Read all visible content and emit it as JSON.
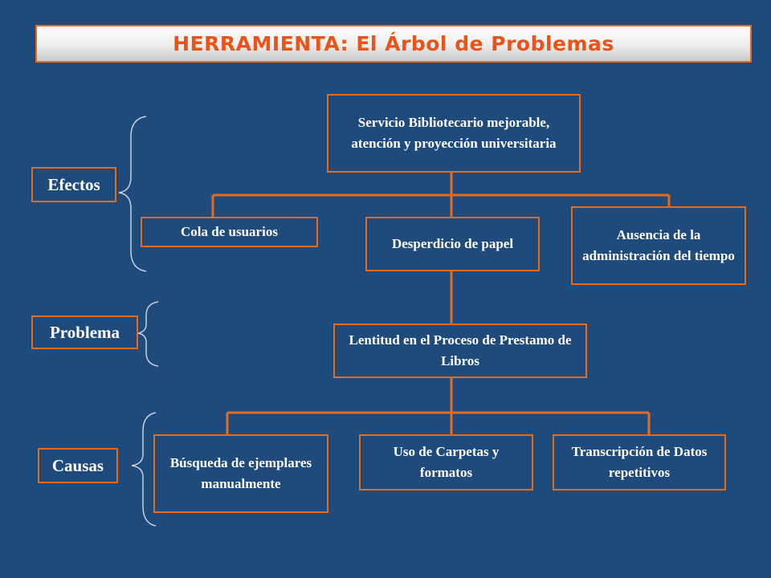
{
  "title": "HERRAMIENTA:  El Árbol de Problemas",
  "labels": {
    "effects": "Efectos",
    "problem": "Problema",
    "causes": "Causas"
  },
  "top_effect": "Servicio Bibliotecario mejorable, atención y proyección universitaria",
  "effects": [
    "Cola de usuarios",
    "Desperdicio de papel",
    "Ausencia de la administración del tiempo"
  ],
  "problem": "Lentitud en el Proceso de Prestamo de Libros",
  "causes": [
    "Búsqueda de ejemplares manualmente",
    "Uso de Carpetas y formatos",
    "Transcripción de Datos repetitivos"
  ],
  "colors": {
    "background": "#1f4b7c",
    "accent": "#e46b1c",
    "title_text": "#e8541a",
    "node_text": "#ffffff",
    "bracket": "#c8cfd8"
  }
}
